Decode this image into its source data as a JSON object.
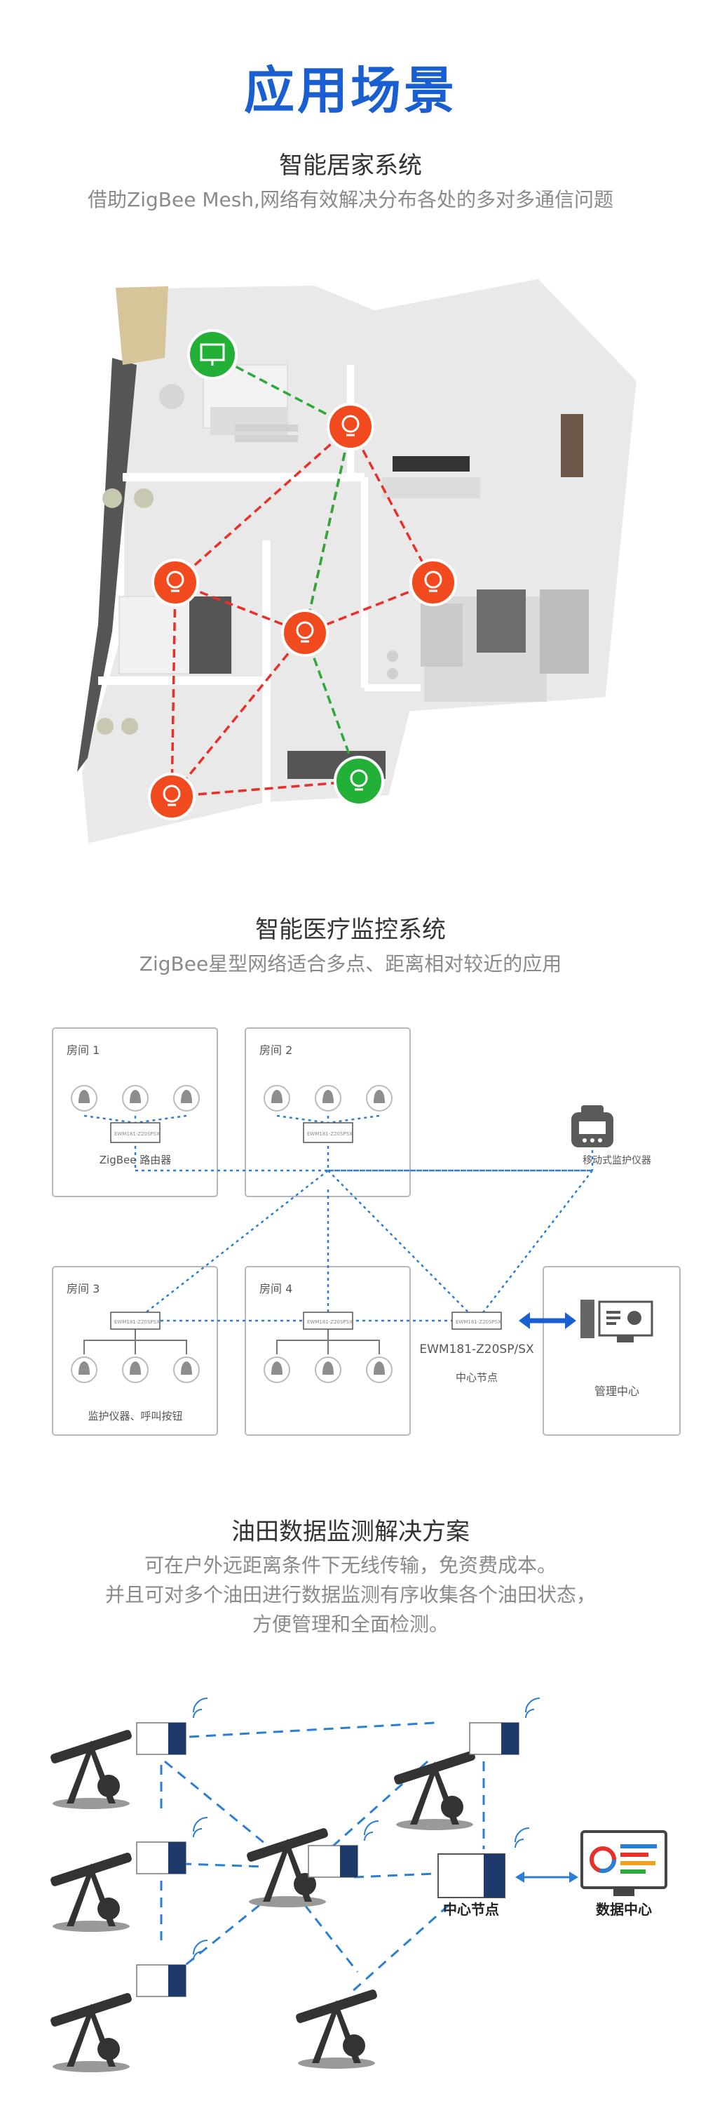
{
  "header": {
    "title": "应用场景"
  },
  "section1": {
    "title": "智能居家系统",
    "subtitle": "借助ZigBee Mesh,网络有效解决分布各处的多对多通信问题"
  },
  "section2": {
    "title": "智能医疗监控系统",
    "subtitle": "ZigBee星型网络适合多点、距离相对较近的应用",
    "rooms": [
      "房间 1",
      "房间 2",
      "房间 3",
      "房间 4"
    ],
    "module_text": "EWM181-Z20SPSX",
    "router_label": "ZigBee 路由器",
    "mobile_label": "移动式监护仪器",
    "devices_label": "监护仪器、呼叫按钮",
    "center_model": "EWM181-Z20SP/SX",
    "center_label": "中心节点",
    "management_label": "管理中心"
  },
  "section3": {
    "title": "油田数据监测解决方案",
    "subtitle_lines": [
      "可在户外远距离条件下无线传输，免资费成本。",
      "并且可对多个油田进行数据监测有序收集各个油田状态，",
      "方便管理和全面检测。"
    ],
    "center_label": "中心节点",
    "data_center_label": "数据中心"
  },
  "colors": {
    "title_blue": "#1a5fd1",
    "bulb_red": "#f04a1e",
    "node_green": "#23b036",
    "link_red": "#e8302a",
    "link_green": "#2fa83a",
    "dotted_blue": "#2a7fd4",
    "module_navy": "#1e3a6b"
  }
}
